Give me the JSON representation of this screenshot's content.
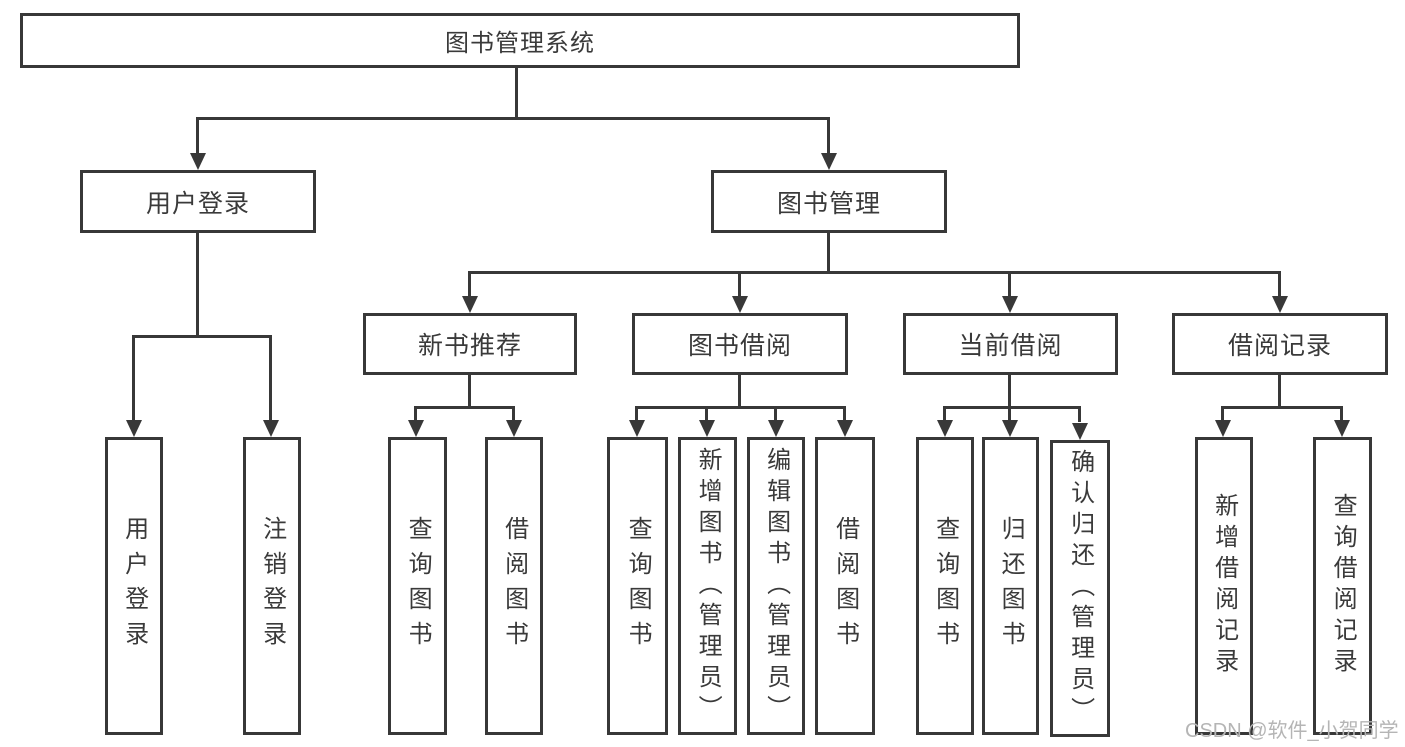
{
  "diagram": {
    "root": {
      "label": "图书管理系统"
    },
    "level2": [
      {
        "label": "用户登录"
      },
      {
        "label": "图书管理"
      }
    ],
    "level3": [
      {
        "label": "新书推荐",
        "parent": "图书管理"
      },
      {
        "label": "图书借阅",
        "parent": "图书管理"
      },
      {
        "label": "当前借阅",
        "parent": "图书管理"
      },
      {
        "label": "借阅记录",
        "parent": "图书管理"
      }
    ],
    "leaves": [
      {
        "label": "用户登录",
        "parent": "用户登录"
      },
      {
        "label": "注销登录",
        "parent": "用户登录"
      },
      {
        "label": "查询图书",
        "parent": "新书推荐"
      },
      {
        "label": "借阅图书",
        "parent": "新书推荐"
      },
      {
        "label": "查询图书",
        "parent": "图书借阅"
      },
      {
        "label": "新增图书（管理员）",
        "parent": "图书借阅"
      },
      {
        "label": "编辑图书（管理员）",
        "parent": "图书借阅"
      },
      {
        "label": "借阅图书",
        "parent": "图书借阅"
      },
      {
        "label": "查询图书",
        "parent": "当前借阅"
      },
      {
        "label": "归还图书",
        "parent": "当前借阅"
      },
      {
        "label": "确认归还（管理员）",
        "parent": "当前借阅"
      },
      {
        "label": "新增借阅记录",
        "parent": "借阅记录"
      },
      {
        "label": "查询借阅记录",
        "parent": "借阅记录"
      }
    ]
  },
  "watermark": {
    "text": "CSDN @软件_小贺同学"
  },
  "colors": {
    "line": "#383838",
    "text": "#3a3a3a",
    "background": "#ffffff",
    "watermark": "#b5b5b5"
  }
}
